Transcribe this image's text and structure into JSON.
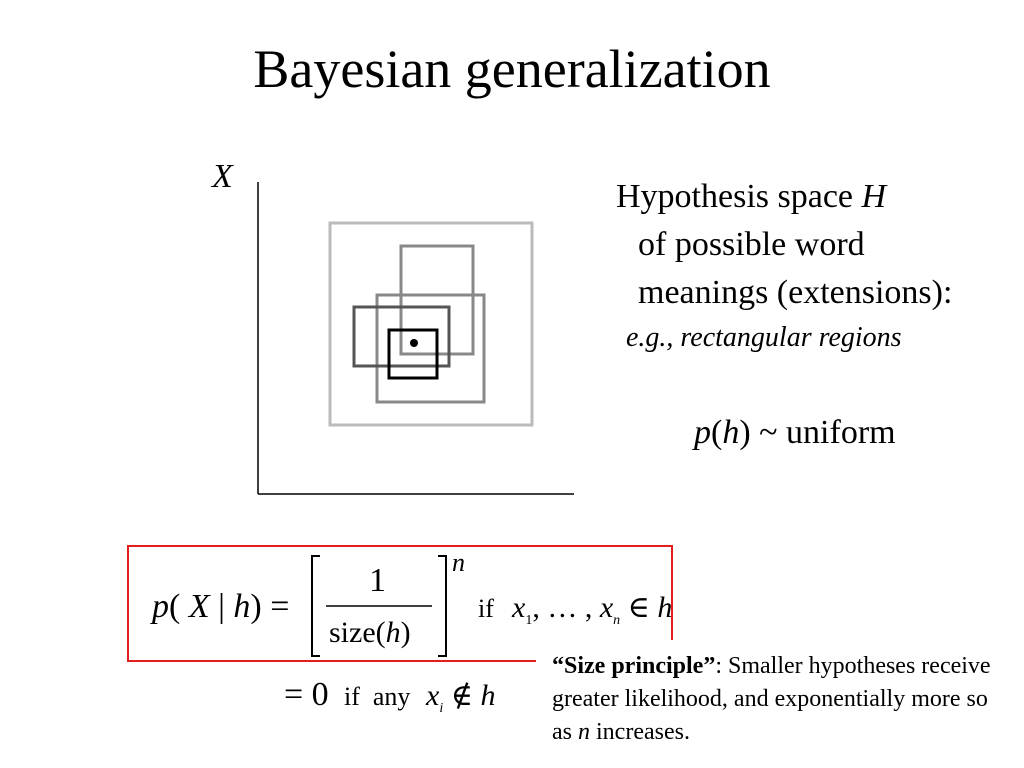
{
  "slide": {
    "title": "Bayesian generalization",
    "axis_label": "X",
    "hypothesis": {
      "line1_text": "Hypothesis space",
      "line1_var": "H",
      "line2": "of possible word",
      "line3": "meanings (extensions):",
      "example": "e.g., rectangular regions"
    },
    "prior": {
      "p": "p",
      "h": "h",
      "rest": "~ uniform"
    },
    "equation": {
      "p": "p",
      "X": "X",
      "bar": "|",
      "h": "h",
      "eq": "=",
      "num": "1",
      "den_text": "size(",
      "den_h": "h",
      "den_close": ")",
      "exp": "n",
      "if": "if",
      "x1": "x",
      "sub1": "1",
      "dots": ", … ,",
      "xn": "x",
      "subn": "n",
      "in": "∈",
      "h2": "h",
      "zero": "= 0",
      "if_any": "if  any",
      "xi": "x",
      "subi": "i",
      "notin": "∉",
      "h3": "h"
    },
    "size_principle": {
      "bold": "“Size principle”",
      "rest1": ": Smaller hypotheses receive greater likelihood, and exponentially more so as ",
      "n": "n",
      "rest2": " increases."
    }
  },
  "colors": {
    "accent_red": "#e31c1c",
    "rect_light": "#bbbbbb",
    "rect_mid": "#888888",
    "rect_dark": "#555555",
    "rect_black": "#000000"
  }
}
